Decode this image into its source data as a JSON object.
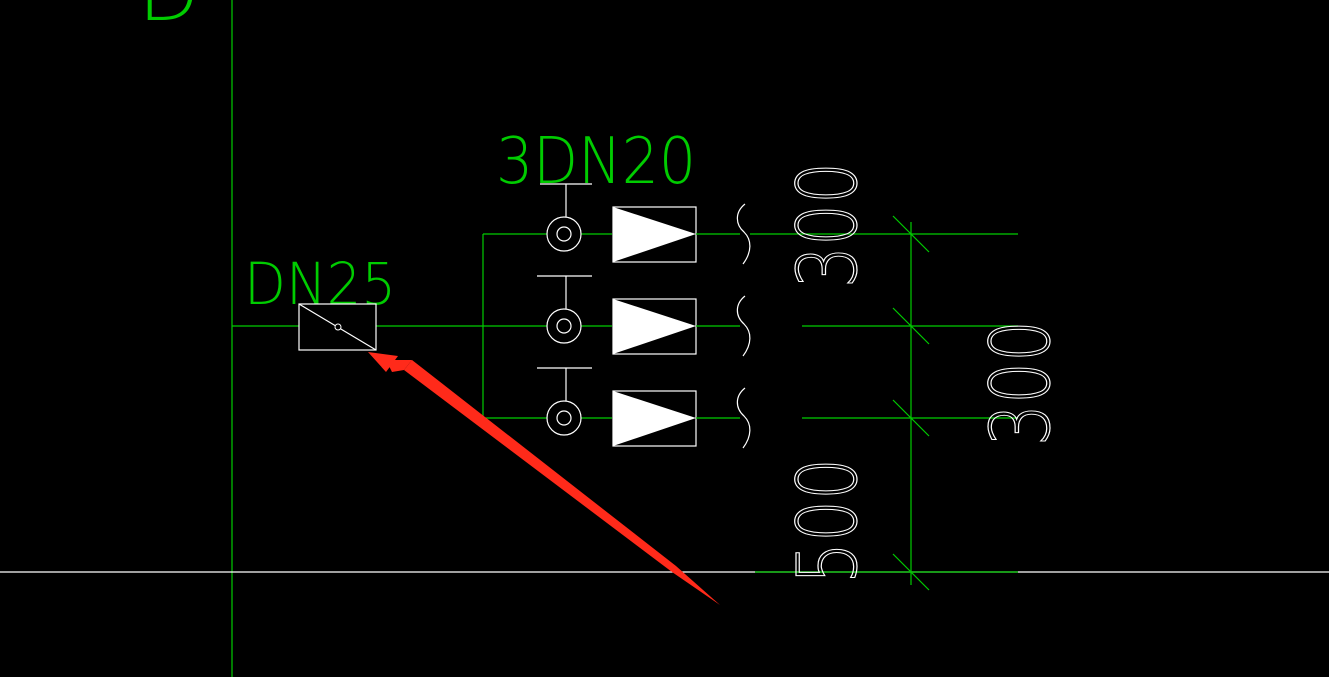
{
  "labels": {
    "supply_pipe_size": "DN25",
    "branch_pipe_size": "3DN20",
    "cut_off_letter": "D"
  },
  "dimensions": {
    "upper_spacing": "300",
    "middle_spacing": "300",
    "lower_spacing": "500"
  },
  "colors": {
    "background": "#000000",
    "pipe_line": "#00cc00",
    "label_text": "#00cc00",
    "symbol_outline": "#ffffff",
    "dimension_text": "#ffffff",
    "annotation_arrow": "#ff2a1a"
  },
  "icons": {
    "meter_symbol": "water-meter-icon",
    "valve_symbol": "gate-valve-icon",
    "check_symbol": "check-valve-triangle-icon",
    "pointer": "red-arrow-icon"
  }
}
